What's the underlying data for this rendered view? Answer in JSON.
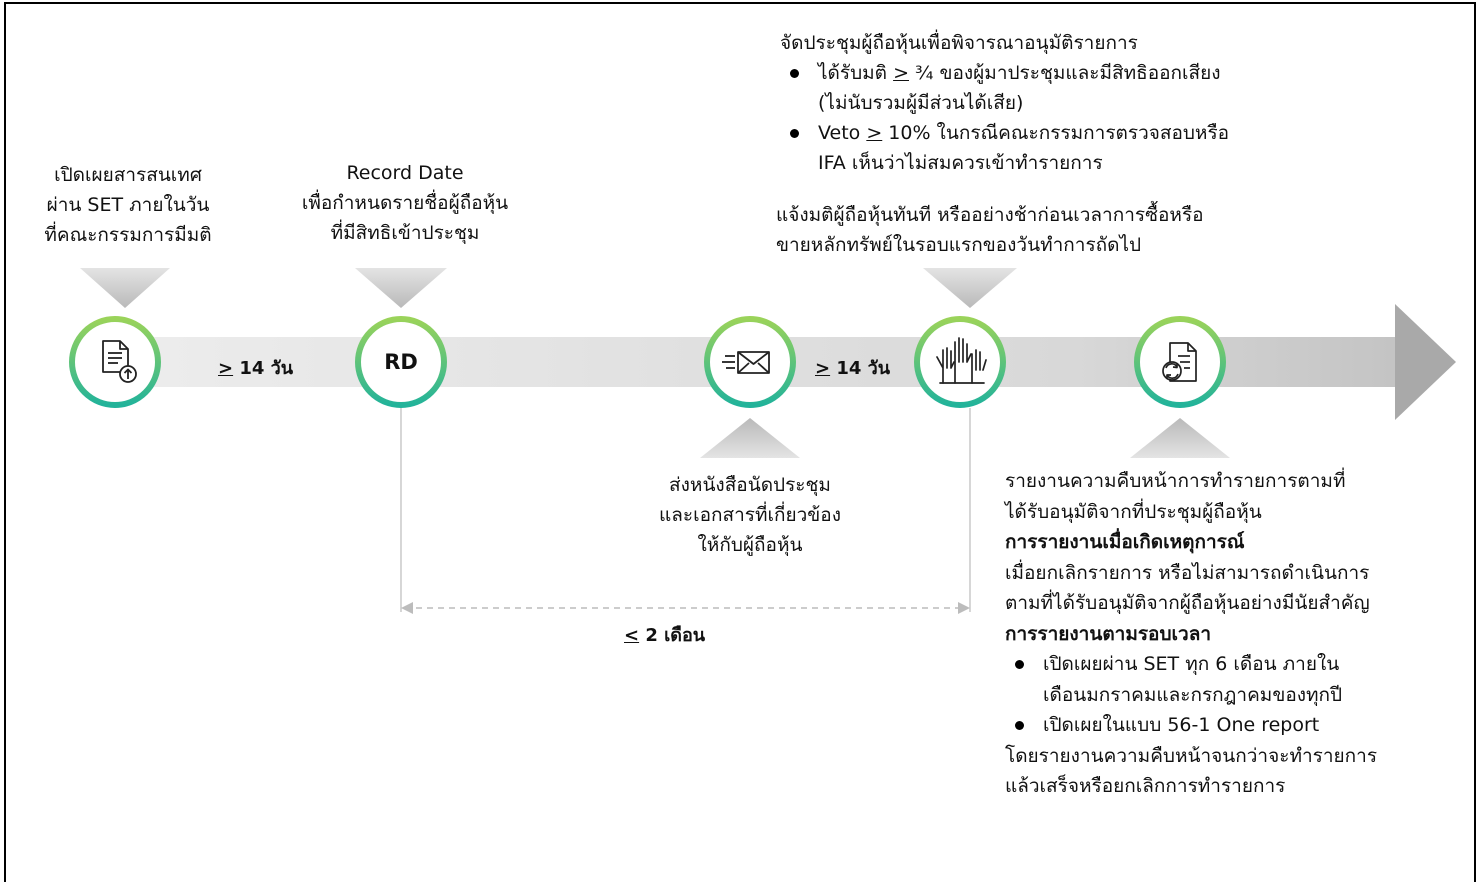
{
  "milestones": [
    {
      "id": "disclosure",
      "icon": "document-upload-icon",
      "text_lines": [
        "เปิดเผยสารสนเทศ",
        "ผ่าน SET ภายในวัน",
        "ที่คณะกรรมการมีมติ"
      ]
    },
    {
      "id": "record-date",
      "node_label": "RD",
      "title": "Record Date",
      "text_lines": [
        "เพื่อกำหนดรายชื่อผู้ถือหุ้น",
        "ที่มีสิทธิเข้าประชุม"
      ]
    },
    {
      "id": "send-notice",
      "icon": "mail-send-icon",
      "text_lines": [
        "ส่งหนังสือนัดประชุม",
        "และเอกสารที่เกี่ยวข้อง",
        "ให้กับผู้ถือหุ้น"
      ]
    },
    {
      "id": "shareholder-meeting",
      "icon": "raised-hands-icon",
      "heading": "จัดประชุมผู้ถือหุ้นเพื่อพิจารณาอนุมัติรายการ",
      "bullets": [
        {
          "prefix": "ได้รับมติ ",
          "sym": ">",
          "rest": " ¾ ของผู้มาประชุมและมีสิทธิออกเสียง",
          "cont": "(ไม่นับรวมผู้มีส่วนได้เสีย)"
        },
        {
          "prefix": "Veto ",
          "sym": ">",
          "rest": " 10% ในกรณีคณะกรรมการตรวจสอบหรือ",
          "cont": "IFA เห็นว่าไม่สมควรเข้าทำรายการ"
        }
      ],
      "footer_lines": [
        "แจ้งมติผู้ถือหุ้นทันที หรืออย่างช้าก่อนเวลาการซื้อหรือ",
        "ขายหลักทรัพย์ในรอบแรกของวันทำการถัดไป"
      ]
    },
    {
      "id": "progress-report",
      "icon": "report-refresh-icon",
      "intro_lines": [
        "รายงานความคืบหน้าการทำรายการตามที่",
        "ได้รับอนุมัติจากที่ประชุมผู้ถือหุ้น"
      ],
      "event_heading": "การรายงานเมื่อเกิดเหตุการณ์",
      "event_lines": [
        "เมื่อยกเลิกรายการ หรือไม่สามารถดำเนินการ",
        "ตามที่ได้รับอนุมัติจากผู้ถือหุ้นอย่างมีนัยสำคัญ"
      ],
      "periodic_heading": "การรายงานตามรอบเวลา",
      "periodic_bullets": [
        {
          "text": "เปิดเผยผ่าน SET ทุก 6 เดือน ภายใน",
          "cont": "เดือนมกราคมและกรกฎาคมของทุกปี"
        },
        {
          "text": "เปิดเผยในแบบ 56-1 One report",
          "cont": ""
        }
      ],
      "closing_lines": [
        "โดยรายงานความคืบหน้าจนกว่าจะทำรายการ",
        "แล้วเสร็จหรือยกเลิกการทำรายการ"
      ]
    }
  ],
  "intervals": [
    {
      "id": "gap-1",
      "sym": ">",
      "text": " 14 วัน"
    },
    {
      "id": "gap-2",
      "sym": ">",
      "text": " 14 วัน"
    },
    {
      "id": "span",
      "sym": "<",
      "text": " 2 เดือน"
    }
  ],
  "colors": {
    "ring_start": "#9ad35a",
    "ring_end": "#22b39a",
    "band": "#dcdcdc",
    "arrow_head": "#a9a9a9",
    "pointer": "#cfcfcf"
  }
}
